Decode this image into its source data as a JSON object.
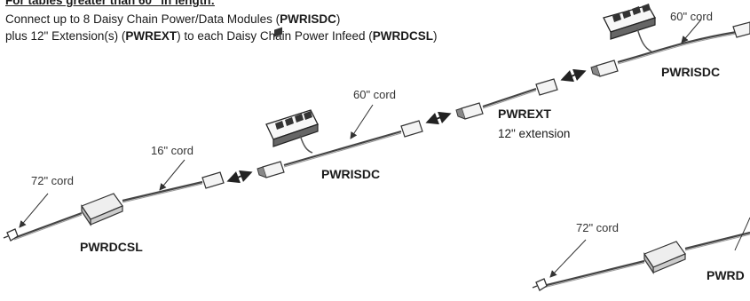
{
  "heading": "For tables greater than 60\" in length:",
  "intro": {
    "line1_pre": "Connect up to 8 Daisy Chain Power/Data Modules (",
    "line1_code": "PWRISDC",
    "line1_post": ")",
    "line2_pre": "plus 12\" Extension(s) (",
    "line2_code1": "PWREXT",
    "line2_mid": ") to each Daisy Chain Power Infeed (",
    "line2_code2": "PWRDCSL",
    "line2_post": ")"
  },
  "cord_labels": {
    "infeed_left": "72\" cord",
    "infeed_short": "16\" cord",
    "module_mid": "60\" cord",
    "module_right": "60\" cord",
    "infeed_right": "72\" cord"
  },
  "parts": {
    "infeed_left": "PWRDCSL",
    "module_mid": "PWRISDC",
    "extension": "PWREXT",
    "extension_sub": "12\" extension",
    "module_right": "PWRISDC",
    "infeed_right": "PWRD"
  }
}
